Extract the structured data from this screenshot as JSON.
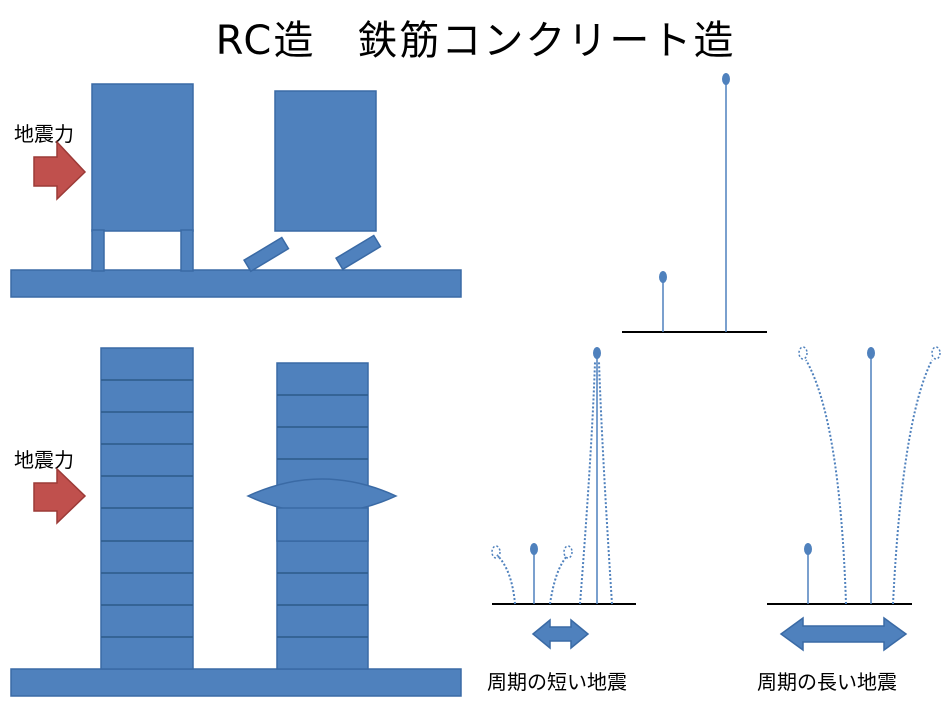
{
  "title": "RC造　鉄筋コンクリート造",
  "labels": {
    "force_top": "地震力",
    "force_bottom": "地震力",
    "short_quake": "周期の短い地震",
    "long_quake": "周期の長い地震"
  },
  "colors": {
    "building_fill": "#4f81bd",
    "building_stroke": "#3a6aa5",
    "arrow_red": "#c0504d",
    "ground_line": "#000000"
  }
}
